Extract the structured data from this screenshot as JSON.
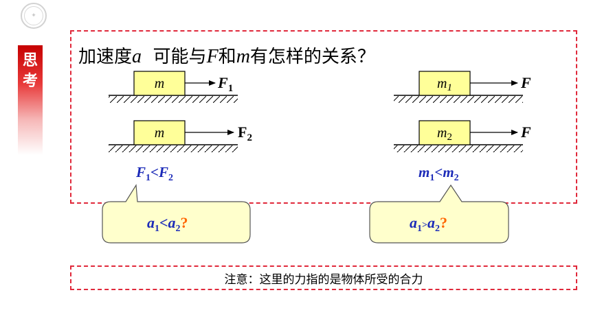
{
  "question": {
    "prefix": "加速度",
    "var_a": "a",
    "middle": "可能与",
    "var_F": "F",
    "conj": "和",
    "var_m": "m",
    "suffix": "有怎样的关系？"
  },
  "think_label": [
    "思",
    "考"
  ],
  "left_panel": {
    "box1": {
      "mass": "m",
      "force_main": "F",
      "force_sub": "1"
    },
    "box2": {
      "mass": "m",
      "force_main": "F",
      "force_sub": "2"
    },
    "relation": {
      "a": "F",
      "a_sub": "1",
      "op": "<",
      "b": "F",
      "b_sub": "2"
    }
  },
  "right_panel": {
    "box1": {
      "mass_main": "m",
      "mass_sub": "1",
      "force": "F"
    },
    "box2": {
      "mass_main": "m",
      "mass_sub": "2",
      "force": "F"
    },
    "relation": {
      "a": "m",
      "a_sub": "1",
      "op": "<",
      "b": "m",
      "b_sub": "2"
    }
  },
  "callouts": {
    "left": {
      "a": "a",
      "a_sub": "1",
      "op": "<",
      "b": "a",
      "b_sub": "2",
      "mark": "?"
    },
    "right": {
      "a": "a",
      "a_sub": "1",
      "op": ">",
      "b": "a",
      "b_sub": "2",
      "mark": "?"
    }
  },
  "note": "注意：这里的力指的是物体所受的合力",
  "colors": {
    "accent_red": "#e0283a",
    "relation_blue": "#1c2bb8",
    "block_fill": "#ffff99",
    "callout_fill": "#ffffcc",
    "question_mark": "#ff6600"
  }
}
